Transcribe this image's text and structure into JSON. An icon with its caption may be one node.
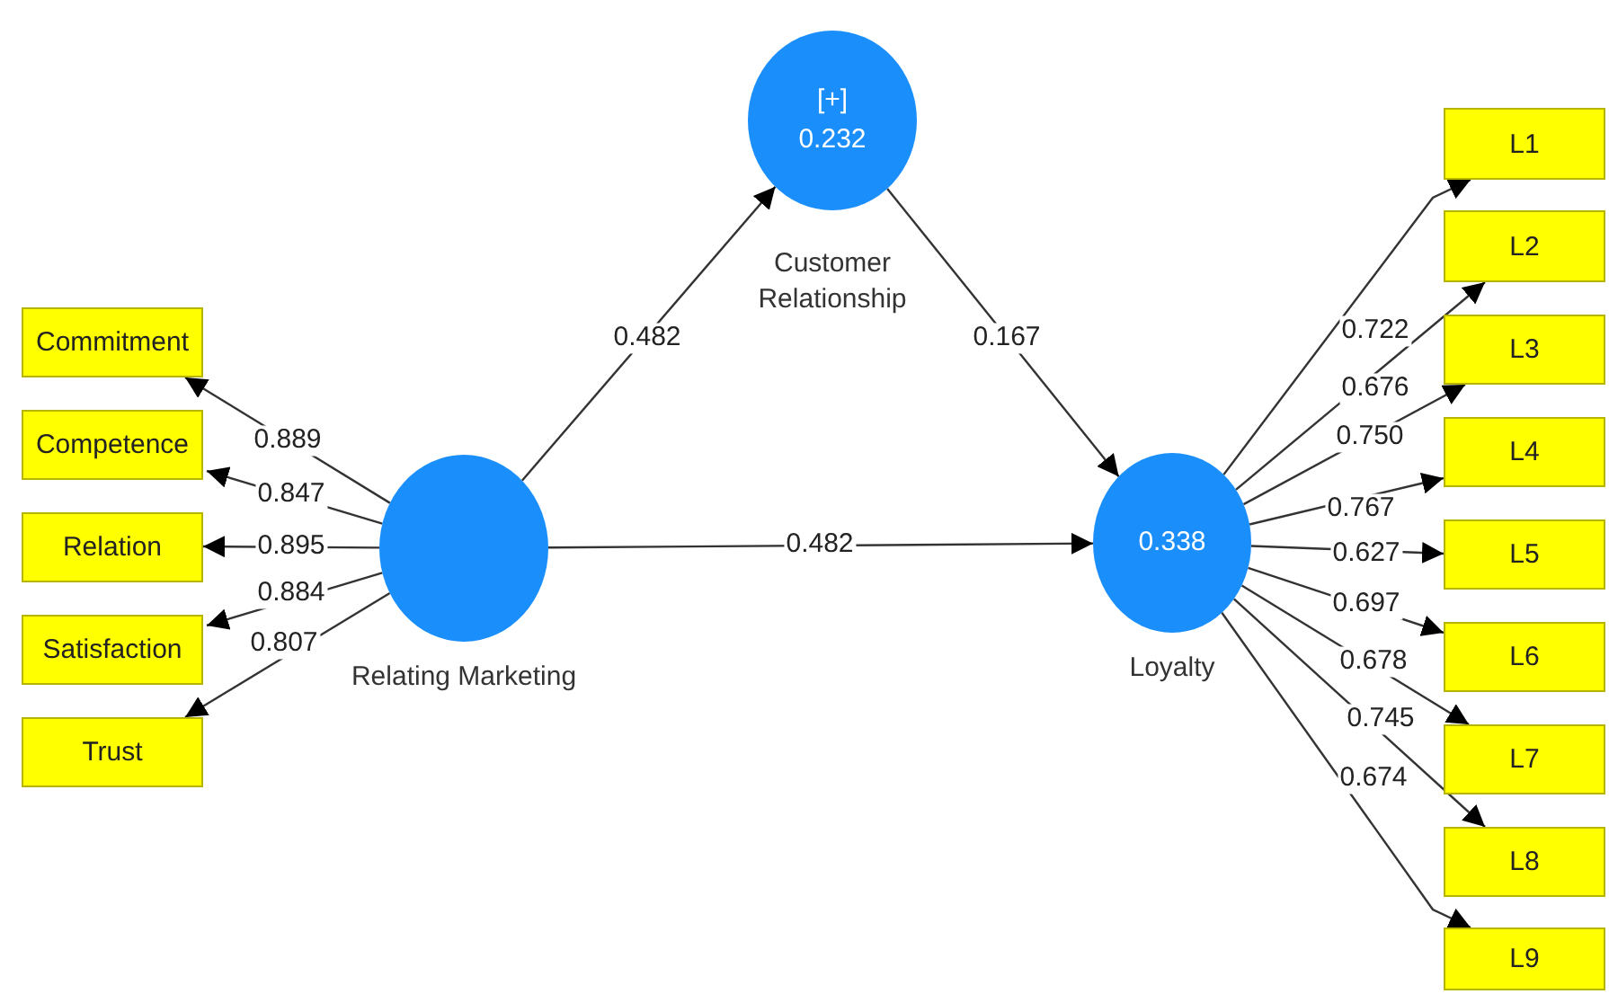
{
  "diagram": {
    "nodes": [
      {
        "text": [
          "Relating Marketing"
        ]
      },
      {
        "text": [
          "[+]",
          "0.232",
          "Customer Relationship"
        ]
      },
      {
        "text": [
          "0.338",
          "Loyalty"
        ]
      },
      {
        "text": [
          "Commitment"
        ]
      },
      {
        "text": [
          "Competence"
        ]
      },
      {
        "text": [
          "Relation"
        ]
      },
      {
        "text": [
          "Satisfaction"
        ]
      },
      {
        "text": [
          "Trust"
        ]
      },
      {
        "text": [
          "L1"
        ]
      },
      {
        "text": [
          "L2"
        ]
      },
      {
        "text": [
          "L3"
        ]
      },
      {
        "text": [
          "L4"
        ]
      },
      {
        "text": [
          "L5"
        ]
      },
      {
        "text": [
          "L6"
        ]
      },
      {
        "text": [
          "L7"
        ]
      },
      {
        "text": [
          "L8"
        ]
      },
      {
        "text": [
          "L9"
        ]
      }
    ],
    "edges": [
      {
        "from": 0,
        "to": 1,
        "arrow": "to",
        "label": "0.482"
      },
      {
        "from": 1,
        "to": 2,
        "arrow": "to",
        "label": "0.167"
      },
      {
        "from": 0,
        "to": 2,
        "arrow": "to",
        "label": "0.482"
      },
      {
        "from": 0,
        "to": 3,
        "arrow": "to",
        "label": "0.889"
      },
      {
        "from": 0,
        "to": 4,
        "arrow": "to",
        "label": "0.847"
      },
      {
        "from": 0,
        "to": 5,
        "arrow": "to",
        "label": "0.895"
      },
      {
        "from": 0,
        "to": 6,
        "arrow": "to",
        "label": "0.884"
      },
      {
        "from": 0,
        "to": 7,
        "arrow": "to",
        "label": "0.807"
      },
      {
        "from": 2,
        "to": 8,
        "arrow": "to",
        "label": "0.722"
      },
      {
        "from": 2,
        "to": 9,
        "arrow": "to",
        "label": "0.676"
      },
      {
        "from": 2,
        "to": 10,
        "arrow": "to",
        "label": "0.750"
      },
      {
        "from": 2,
        "to": 11,
        "arrow": "to",
        "label": "0.767"
      },
      {
        "from": 2,
        "to": 12,
        "arrow": "to",
        "label": "0.627"
      },
      {
        "from": 2,
        "to": 13,
        "arrow": "to",
        "label": "0.697"
      },
      {
        "from": 2,
        "to": 14,
        "arrow": "to",
        "label": "0.678"
      },
      {
        "from": 2,
        "to": 15,
        "arrow": "to",
        "label": "0.745"
      },
      {
        "from": 2,
        "to": 16,
        "arrow": "to",
        "label": "0.674"
      }
    ]
  }
}
